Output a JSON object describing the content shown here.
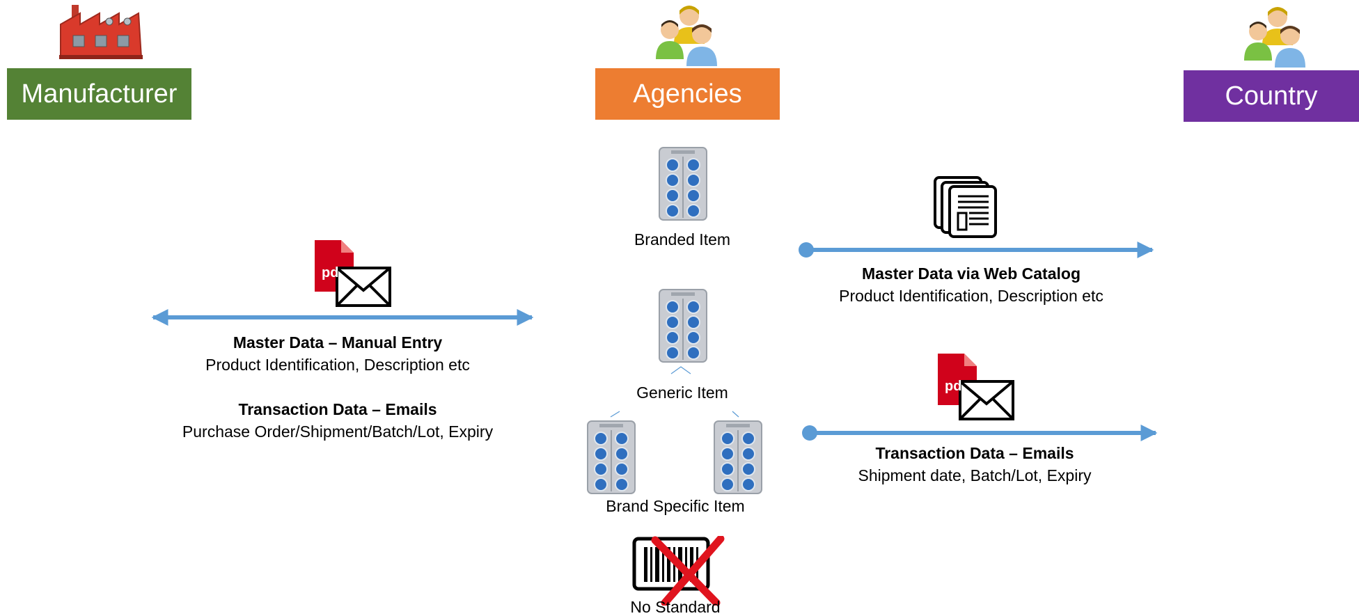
{
  "colors": {
    "manufacturer": "#548235",
    "agencies": "#ED7D31",
    "country": "#7030A0",
    "arrow": "#5B9BD5"
  },
  "entities": {
    "manufacturer": "Manufacturer",
    "agencies": "Agencies",
    "country": "Country"
  },
  "icons": {
    "manufacturer": "factory-icon",
    "agencies": "people-group-icon",
    "country": "people-group-icon",
    "left_flow": "pdf-envelope-icon",
    "right_master": "documents-icon",
    "right_transaction": "pdf-envelope-icon",
    "items": "blister-pack-icon",
    "no_standard": "barcode-crossed-icon"
  },
  "left_flow": {
    "master_title": "Master Data – Manual Entry",
    "master_desc": "Product Identification, Description etc",
    "transaction_title": "Transaction Data – Emails",
    "transaction_desc": "Purchase Order/Shipment/Batch/Lot, Expiry"
  },
  "right_flow": {
    "master_title": "Master Data via Web Catalog",
    "master_desc": "Product Identification, Description etc",
    "transaction_title": "Transaction Data – Emails",
    "transaction_desc": "Shipment date, Batch/Lot, Expiry"
  },
  "items": {
    "branded": "Branded Item",
    "generic": "Generic Item",
    "brand_specific": "Brand Specific Item",
    "no_standard": "No Standard",
    "pdf_mark": "pd"
  }
}
